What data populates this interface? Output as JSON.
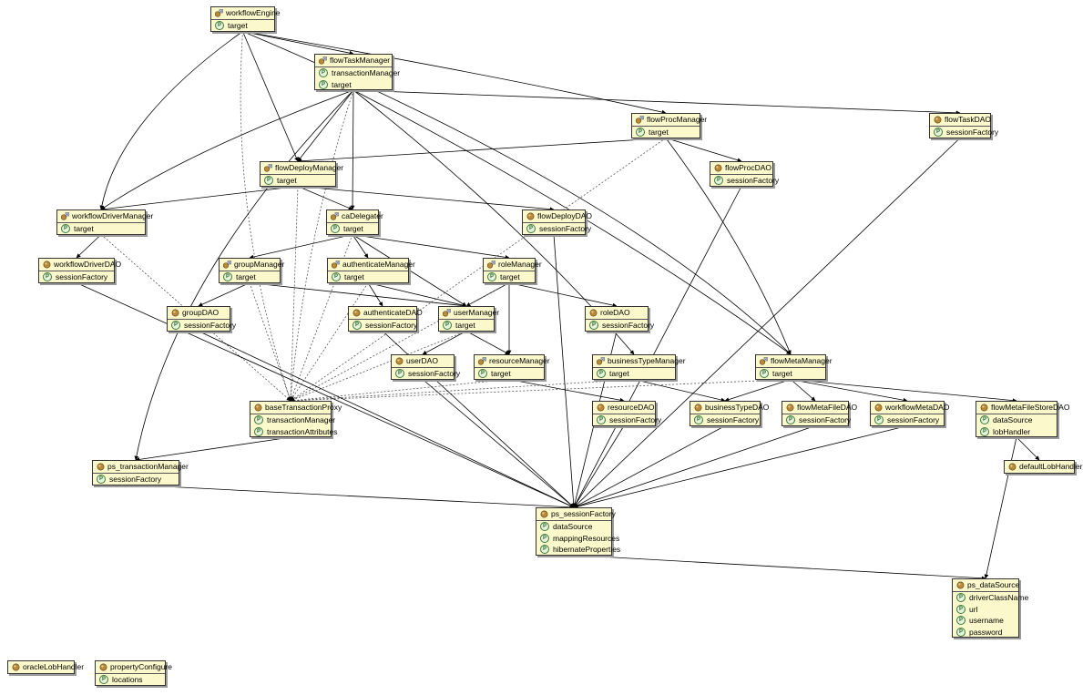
{
  "diagram": {
    "beans": [
      {
        "id": "workflowEngine",
        "name": "workflowEngine",
        "icon": "proxy-bean-icon",
        "props": [
          "target"
        ]
      },
      {
        "id": "flowTaskManager",
        "name": "flowTaskManager",
        "icon": "proxy-bean-icon",
        "props": [
          "transactionManager",
          "target"
        ]
      },
      {
        "id": "flowProcManager",
        "name": "flowProcManager",
        "icon": "proxy-bean-icon",
        "props": [
          "target"
        ]
      },
      {
        "id": "flowTaskDAO",
        "name": "flowTaskDAO",
        "icon": "bean-icon",
        "props": [
          "sessionFactory"
        ]
      },
      {
        "id": "flowDeployManager",
        "name": "flowDeployManager",
        "icon": "proxy-bean-icon",
        "props": [
          "target"
        ]
      },
      {
        "id": "flowProcDAO",
        "name": "flowProcDAO",
        "icon": "bean-icon",
        "props": [
          "sessionFactory"
        ]
      },
      {
        "id": "workflowDriverManager",
        "name": "workflowDriverManager",
        "icon": "proxy-bean-icon",
        "props": [
          "target"
        ]
      },
      {
        "id": "caDelegater",
        "name": "caDelegater",
        "icon": "proxy-bean-icon",
        "props": [
          "target"
        ]
      },
      {
        "id": "flowDeployDAO",
        "name": "flowDeployDAO",
        "icon": "bean-icon",
        "props": [
          "sessionFactory"
        ]
      },
      {
        "id": "workflowDriverDAO",
        "name": "workflowDriverDAO",
        "icon": "bean-icon",
        "props": [
          "sessionFactory"
        ]
      },
      {
        "id": "groupManager",
        "name": "groupManager",
        "icon": "proxy-bean-icon",
        "props": [
          "target"
        ]
      },
      {
        "id": "authenticateManager",
        "name": "authenticateManager",
        "icon": "proxy-bean-icon",
        "props": [
          "target"
        ]
      },
      {
        "id": "roleManager",
        "name": "roleManager",
        "icon": "proxy-bean-icon",
        "props": [
          "target"
        ]
      },
      {
        "id": "groupDAO",
        "name": "groupDAO",
        "icon": "bean-icon",
        "props": [
          "sessionFactory"
        ]
      },
      {
        "id": "authenticateDAO",
        "name": "authenticateDAO",
        "icon": "bean-icon",
        "props": [
          "sessionFactory"
        ]
      },
      {
        "id": "userManager",
        "name": "userManager",
        "icon": "proxy-bean-icon",
        "props": [
          "target"
        ]
      },
      {
        "id": "roleDAO",
        "name": "roleDAO",
        "icon": "bean-icon",
        "props": [
          "sessionFactory"
        ]
      },
      {
        "id": "userDAO",
        "name": "userDAO",
        "icon": "bean-icon",
        "props": [
          "sessionFactory"
        ]
      },
      {
        "id": "resourceManager",
        "name": "resourceManager",
        "icon": "proxy-bean-icon",
        "props": [
          "target"
        ]
      },
      {
        "id": "businessTypeManager",
        "name": "businessTypeManager",
        "icon": "proxy-bean-icon",
        "props": [
          "target"
        ]
      },
      {
        "id": "flowMetaManager",
        "name": "flowMetaManager",
        "icon": "proxy-bean-icon",
        "props": [
          "target"
        ]
      },
      {
        "id": "baseTransactionProxy",
        "name": "baseTransactionProxy",
        "icon": "bean-icon",
        "props": [
          "transactionManager",
          "transactionAttributes"
        ]
      },
      {
        "id": "resourceDAO",
        "name": "resourceDAO",
        "icon": "bean-icon",
        "props": [
          "sessionFactory"
        ]
      },
      {
        "id": "businessTypeDAO",
        "name": "businessTypeDAO",
        "icon": "bean-icon",
        "props": [
          "sessionFactory"
        ]
      },
      {
        "id": "flowMetaFileDAO",
        "name": "flowMetaFileDAO",
        "icon": "bean-icon",
        "props": [
          "sessionFactory"
        ]
      },
      {
        "id": "workflowMetaDAO",
        "name": "workflowMetaDAO",
        "icon": "bean-icon",
        "props": [
          "sessionFactory"
        ]
      },
      {
        "id": "flowMetaFileStoreDAO",
        "name": "flowMetaFileStoreDAO",
        "icon": "bean-icon",
        "props": [
          "dataSource",
          "lobHandler"
        ]
      },
      {
        "id": "ps_transactionManager",
        "name": "ps_transactionManager",
        "icon": "bean-icon",
        "props": [
          "sessionFactory"
        ]
      },
      {
        "id": "defaultLobHandler",
        "name": "defaultLobHandler",
        "icon": "bean-icon",
        "props": []
      },
      {
        "id": "ps_sessionFactory",
        "name": "ps_sessionFactory",
        "icon": "bean-icon",
        "props": [
          "dataSource",
          "mappingResources",
          "hibernateProperties"
        ]
      },
      {
        "id": "ps_dataSource",
        "name": "ps_dataSource",
        "icon": "bean-icon",
        "props": [
          "driverClassName",
          "url",
          "username",
          "password"
        ]
      },
      {
        "id": "oracleLobHandler",
        "name": "oracleLobHandler",
        "icon": "bean-icon",
        "props": []
      },
      {
        "id": "propertyConfigure",
        "name": "propertyConfigure",
        "icon": "bean-icon",
        "props": [
          "locations"
        ]
      }
    ]
  }
}
